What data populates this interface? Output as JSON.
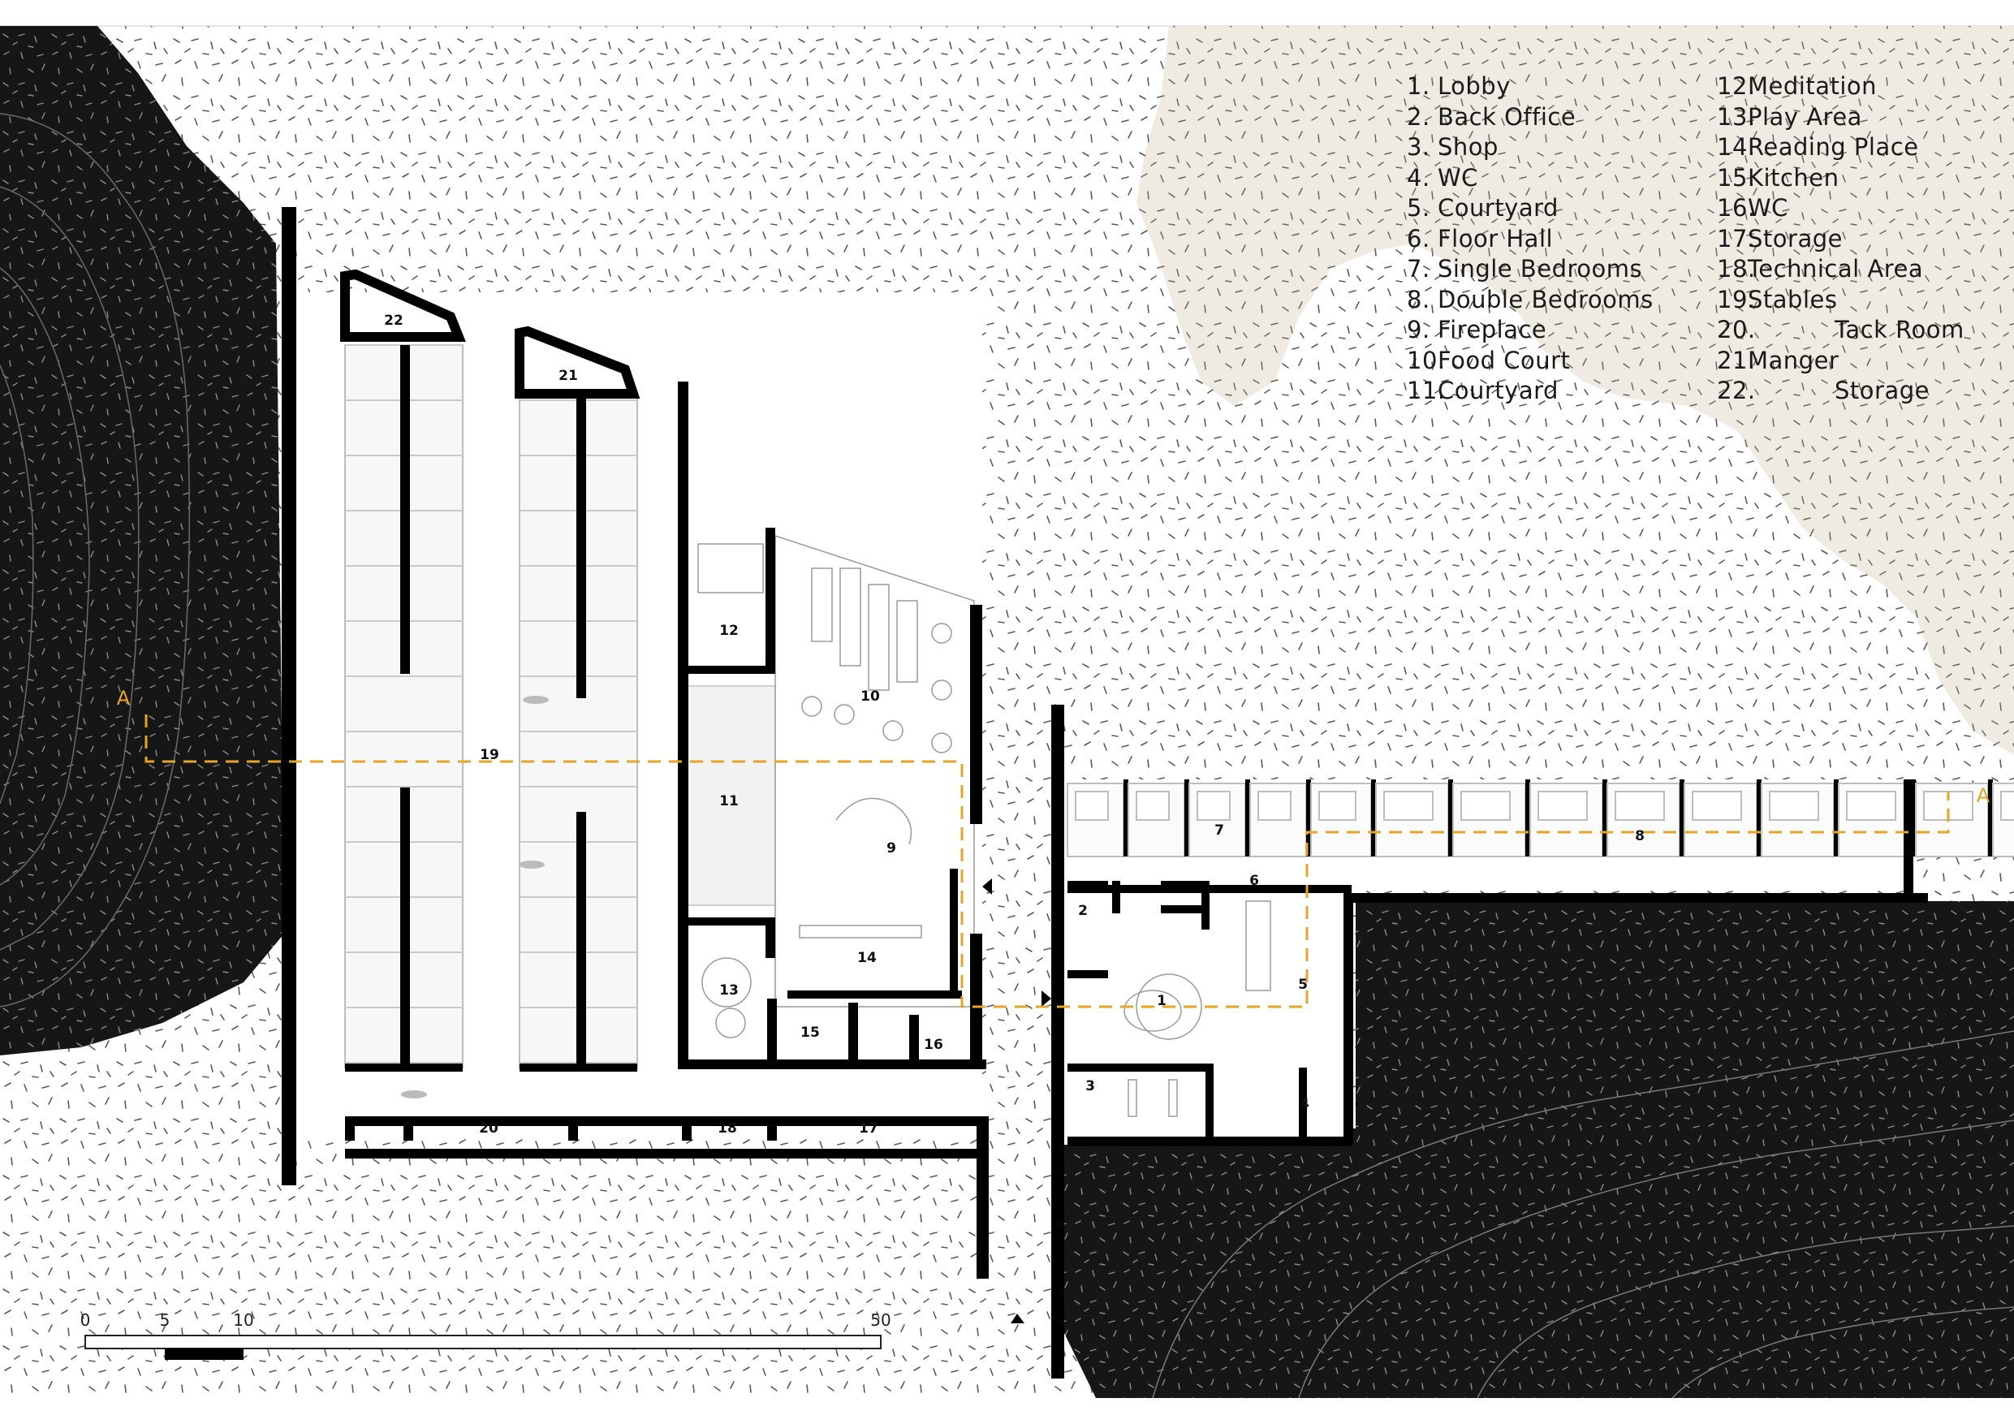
{
  "legend": {
    "col1": [
      {
        "num": "1.",
        "label": "Lobby"
      },
      {
        "num": "2.",
        "label": "Back Office"
      },
      {
        "num": "3.",
        "label": "Shop"
      },
      {
        "num": "4.",
        "label": "WC"
      },
      {
        "num": "5.",
        "label": "Courtyard"
      },
      {
        "num": "6.",
        "label": "Floor Hall"
      },
      {
        "num": "7.",
        "label": "Single Bedrooms"
      },
      {
        "num": "8.",
        "label": "Double Bedrooms"
      },
      {
        "num": "9.",
        "label": "Fireplace"
      },
      {
        "num": "10.",
        "label": "Food Court"
      },
      {
        "num": "11.",
        "label": "Courtyard"
      }
    ],
    "col2": [
      {
        "num": "12.",
        "label": "Meditation"
      },
      {
        "num": "13.",
        "label": "Play Area"
      },
      {
        "num": "14.",
        "label": "Reading Place"
      },
      {
        "num": "15.",
        "label": "Kitchen"
      },
      {
        "num": "16.",
        "label": "WC"
      },
      {
        "num": "17.",
        "label": "Storage"
      },
      {
        "num": "18.",
        "label": "Technical Area"
      },
      {
        "num": "19.",
        "label": "Stables"
      },
      {
        "num": "20.",
        "label": "Tack Room"
      },
      {
        "num": "21.",
        "label": "Manger"
      },
      {
        "num": "22.",
        "label": "Storage"
      }
    ]
  },
  "room_numbers": {
    "r1": "1",
    "r2": "2",
    "r3": "3",
    "r4": "4",
    "r5": "5",
    "r6": "6",
    "r7": "7",
    "r8": "8",
    "r9": "9",
    "r10": "10",
    "r11": "11",
    "r12": "12",
    "r13": "13",
    "r14": "14",
    "r15": "15",
    "r16": "16",
    "r17": "17",
    "r18": "18",
    "r19": "19",
    "r20": "20",
    "r21": "21",
    "r22": "22"
  },
  "section_marker": {
    "left": "A",
    "right": "A"
  },
  "scale_bar": {
    "t0": "0",
    "t5": "5",
    "t10": "10",
    "t50": "50"
  },
  "colors": {
    "wall": "#000000",
    "terrain_dark": "#161616",
    "ground_light": "#ffffff",
    "sand_patch": "#efebe3",
    "section_line": "#e3a52a",
    "hatch": "#555555"
  }
}
